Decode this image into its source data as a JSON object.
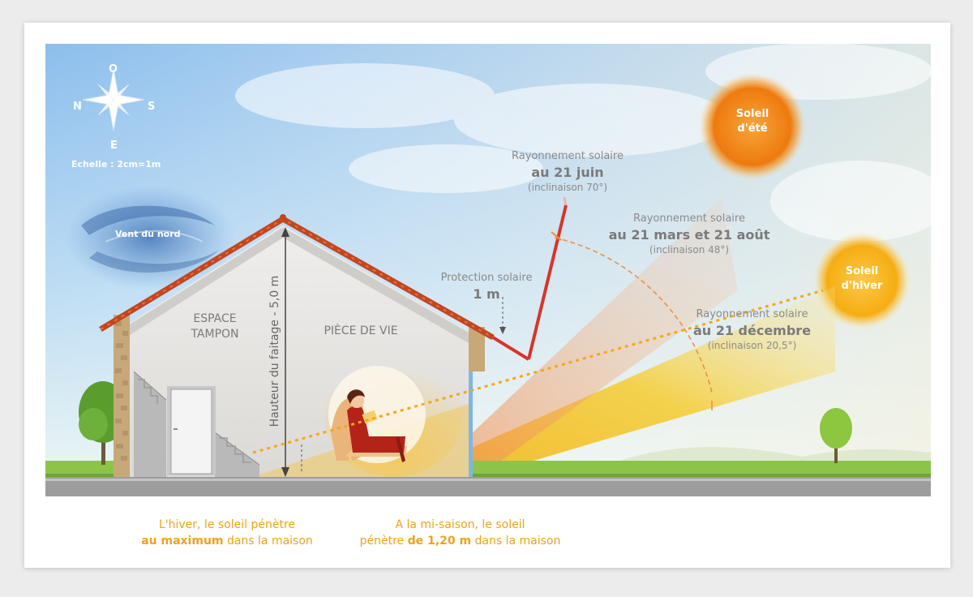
{
  "compass": {
    "north": "O",
    "west": "N",
    "east": "S",
    "south": "E",
    "scale": "Echelle : 2cm=1m"
  },
  "wind_label": "Vent du nord",
  "rooms": {
    "buffer_line1": "ESPACE",
    "buffer_line2": "TAMPON",
    "living": "PIÈCE DE VIE"
  },
  "height_label": "Hauteur du faitage - 5,0 m",
  "protection": {
    "line1": "Protection solaire",
    "line2": "1 m"
  },
  "rays": {
    "june": {
      "line1": "Rayonnement solaire",
      "line2": "au 21 juin",
      "line3": "(inclinaison 70°)"
    },
    "equinox": {
      "line1": "Rayonnement solaire",
      "line2": "au 21 mars et 21 août",
      "line3": "(inclinaison 48°)"
    },
    "december": {
      "line1": "Rayonnement solaire",
      "line2": "au 21 décembre",
      "line3": "(inclinaison 20,5°)"
    }
  },
  "suns": {
    "summer": {
      "line1": "Soleil",
      "line2": "d'été",
      "color": "#f07d0c"
    },
    "winter": {
      "line1": "Soleil",
      "line2": "d'hiver",
      "color": "#f7b30f"
    }
  },
  "captions": {
    "winter": {
      "line1": "L'hiver, le soleil pénètre",
      "bold": "au maximum",
      "rest": " dans la maison"
    },
    "midseason": {
      "line1": "A la mi-saison, le soleil",
      "pre": "pénètre ",
      "bold": "de 1,20 m",
      "rest": " dans la maison"
    }
  },
  "colors": {
    "caption": "#f0a21a",
    "roof": "#c2461e",
    "protection": "#d6352a",
    "sky_top": "#8fc0ea",
    "grass": "#8cc44a"
  }
}
